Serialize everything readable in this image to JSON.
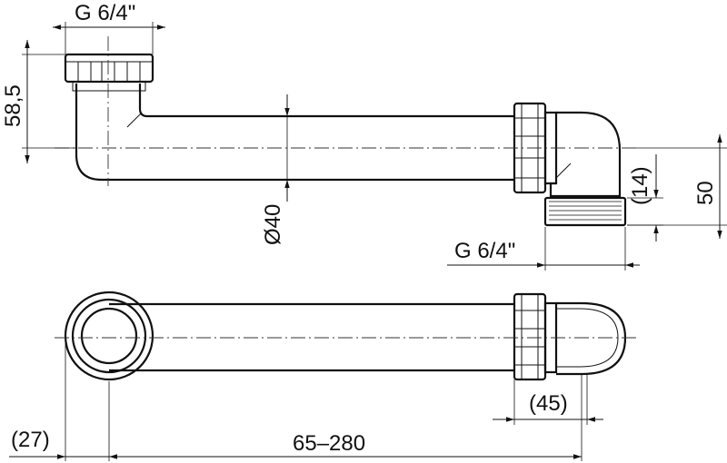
{
  "dimensions": {
    "top_thread": "G 6/4\"",
    "inlet_height": "58,5",
    "pipe_diameter": "Ø40",
    "outlet_offset": "(14)",
    "outlet_height": "50",
    "outlet_thread": "G 6/4\"",
    "elbow_width": "(45)",
    "flange_offset": "(27)",
    "length_range": "65–280"
  },
  "colors": {
    "line": "#111111",
    "background": "#ffffff"
  }
}
